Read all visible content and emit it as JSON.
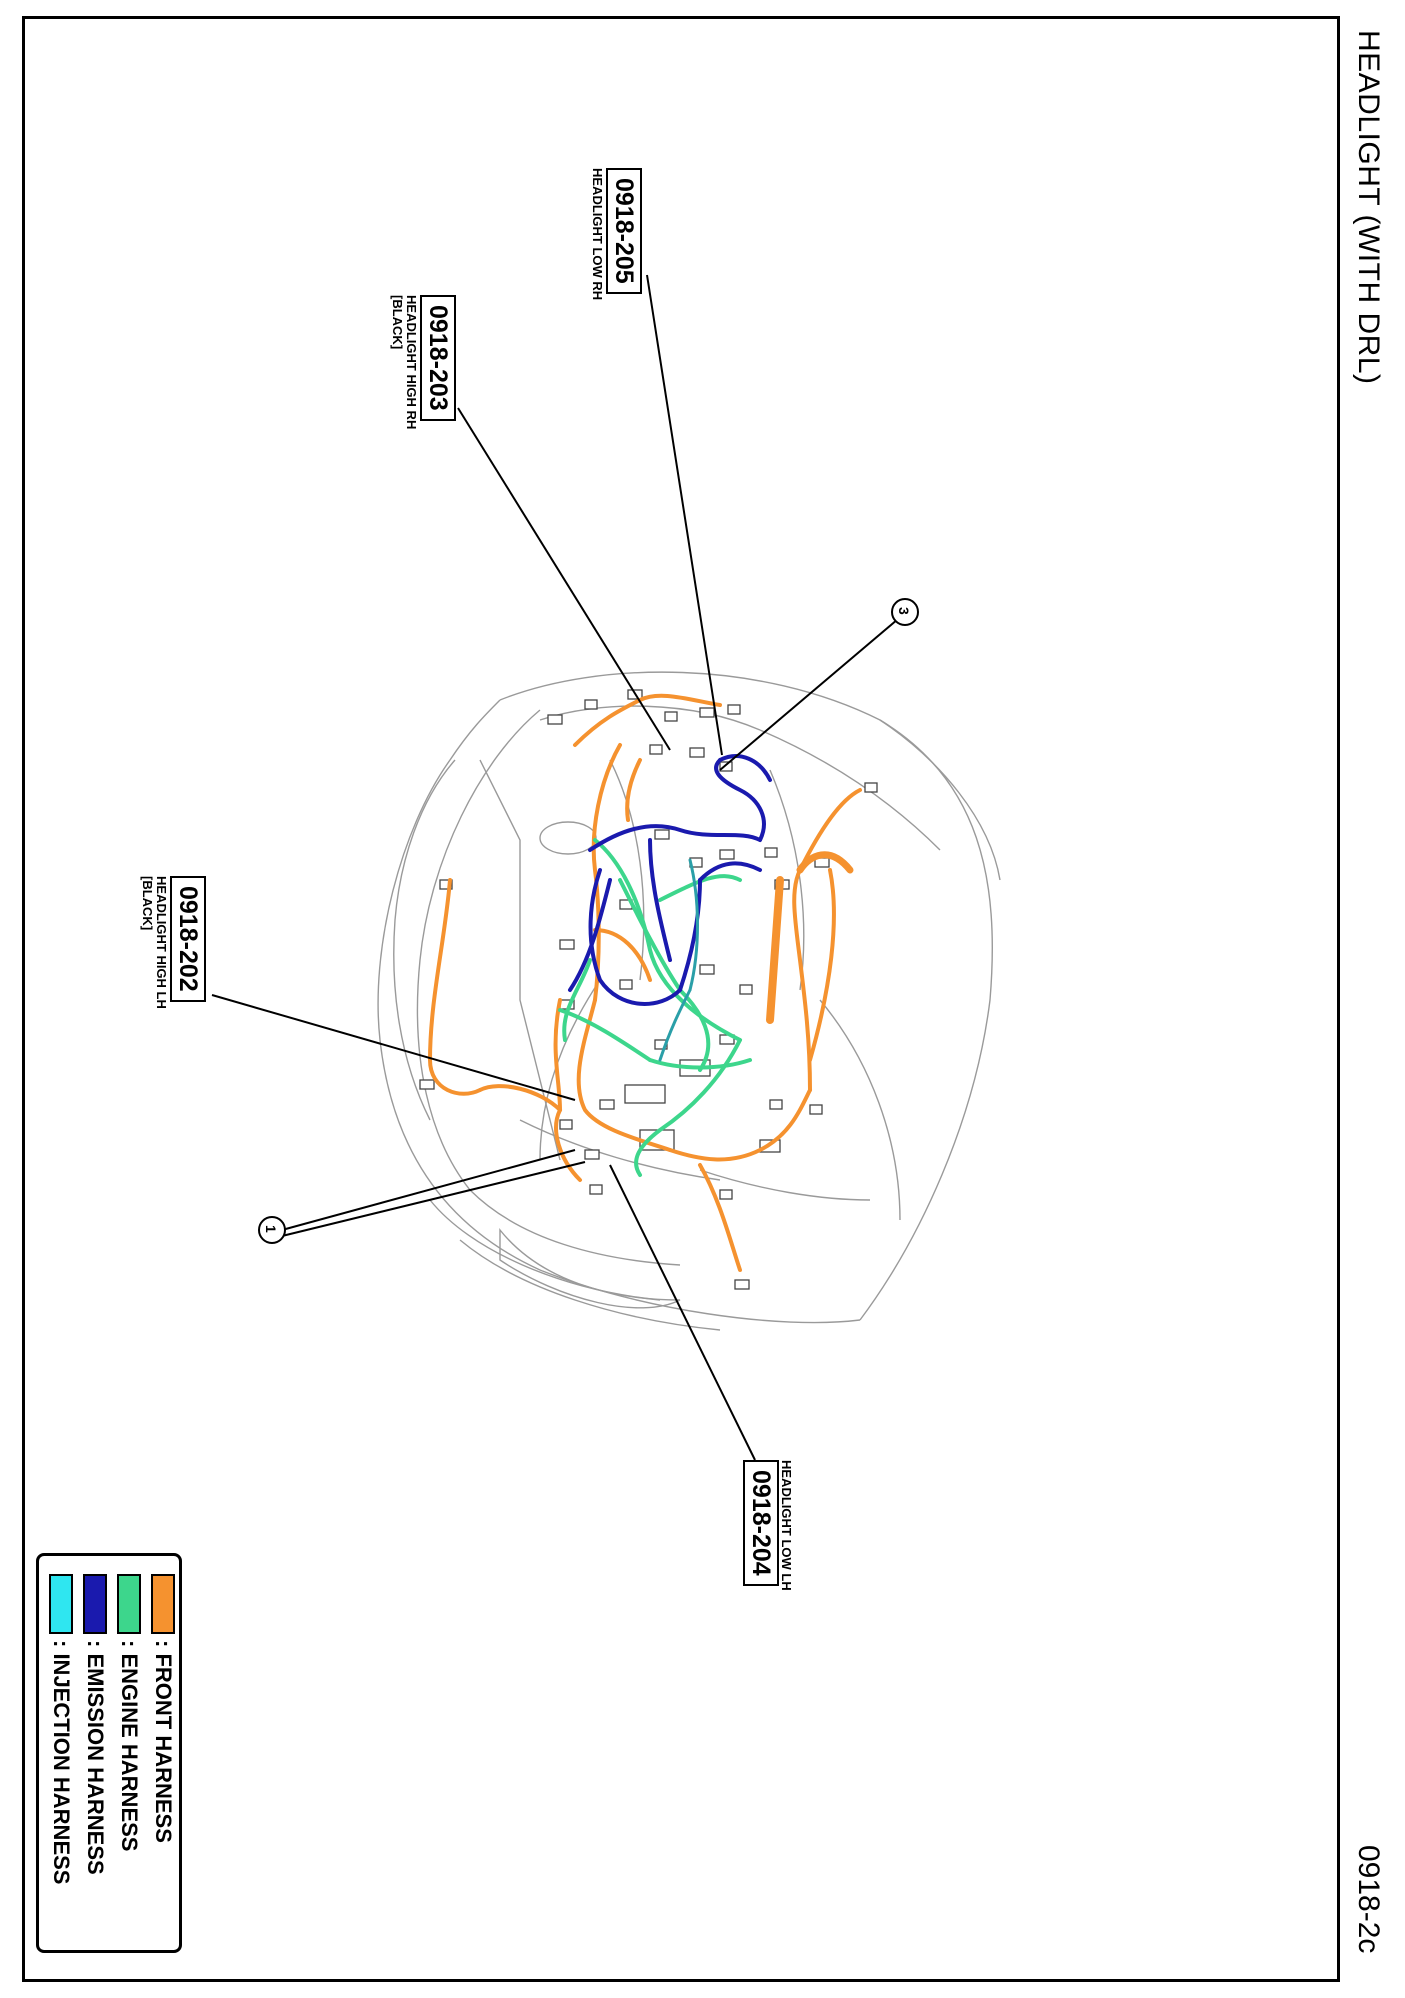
{
  "title": "HEADLIGHT (WITH DRL)",
  "page_code": "0918-2c",
  "connectors": [
    {
      "id": "0918-205",
      "desc": "HEADLIGHT LOW RH",
      "color_note": ""
    },
    {
      "id": "0918-203",
      "desc": "HEADLIGHT HIGH RH",
      "color_note": "[BLACK]"
    },
    {
      "id": "0918-202",
      "desc": "HEADLIGHT HIGH LH",
      "color_note": "[BLACK]"
    },
    {
      "id": "0918-204",
      "desc": "HEADLIGHT LOW LH",
      "color_note": ""
    }
  ],
  "callouts": [
    "1",
    "3"
  ],
  "legend": [
    {
      "label": ": FRONT HARNESS",
      "color": "#F5922F"
    },
    {
      "label": ": ENGINE HARNESS",
      "color": "#3DD68C"
    },
    {
      "label": ": EMISSION HARNESS",
      "color": "#1A1AAE"
    },
    {
      "label": ": INJECTION HARNESS",
      "color": "#2FE6F0"
    }
  ]
}
